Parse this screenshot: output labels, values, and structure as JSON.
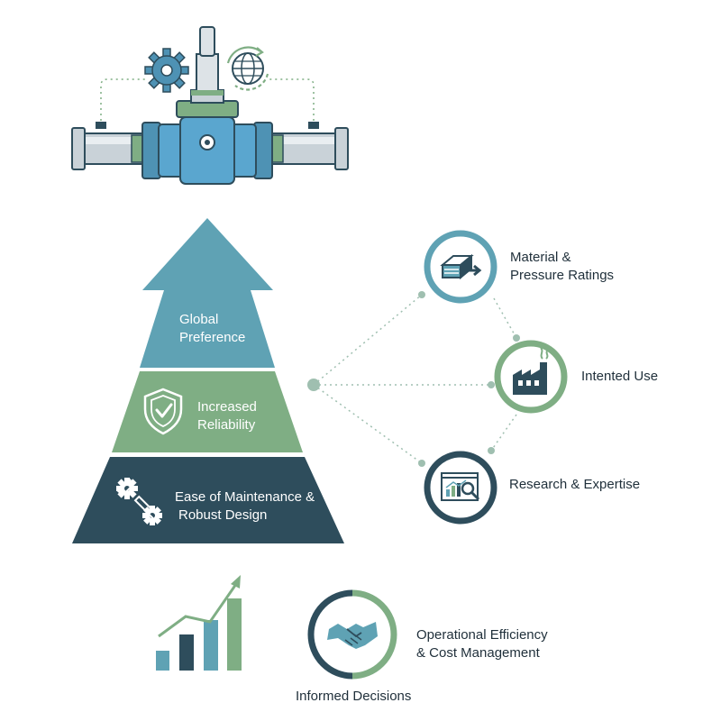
{
  "pyramid": {
    "top": {
      "line1": "Global",
      "line2": "Preference",
      "color": "#5fa2b4"
    },
    "middle": {
      "line1": "Increased",
      "line2": "Reliability",
      "color": "#7fae84"
    },
    "bottom": {
      "line1": "Ease of Maintenance &",
      "line2": "Robust Design",
      "color": "#2e4d5c"
    }
  },
  "factors": [
    {
      "line1": "Material &",
      "line2": "Pressure Ratings",
      "icon": "material-block-icon",
      "ring_color": "#5fa2b4"
    },
    {
      "line1": "Intented Use",
      "line2": "",
      "icon": "factory-icon",
      "ring_color": "#7fae84"
    },
    {
      "line1": "Research & Expertise",
      "line2": "",
      "icon": "analytics-icon",
      "ring_color": "#2e4d5c"
    }
  ],
  "bottom": {
    "outcome_line1": "Operational Efficiency",
    "outcome_line2": "& Cost Management",
    "caption": "Informed Decisions"
  },
  "colors": {
    "navy": "#2e4d5c",
    "teal": "#5fa2b4",
    "green": "#7fae84",
    "connector": "#9fbfb0"
  }
}
